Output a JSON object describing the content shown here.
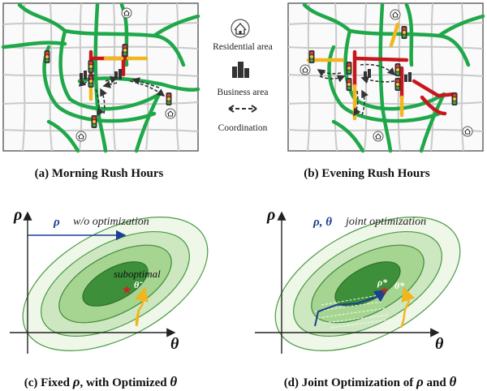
{
  "legend": {
    "residential": "Residential area",
    "business": "Business area",
    "coordination": "Coordination"
  },
  "captions": {
    "a": "(a) Morning Rush Hours",
    "b": "(b) Evening Rush Hours",
    "c_prefix": "(c) Fixed ",
    "c_rho": "ρ",
    "c_mid": ", with Optimized ",
    "c_theta": "θ",
    "d_prefix": "(d) Joint Optimization of ",
    "d_rho": "ρ",
    "d_mid": " and ",
    "d_theta": "θ"
  },
  "plot_c": {
    "y_axis": "ρ",
    "x_axis": "θ",
    "arrow_label": "ρ",
    "arrow_text": "w/o optimization",
    "annotation": "suboptimal",
    "point_label": "θ̃"
  },
  "plot_d": {
    "y_axis": "ρ",
    "x_axis": "θ",
    "arrow_label": "ρ, θ",
    "arrow_text": "joint optimization",
    "point_rho": "ρ*",
    "point_theta": "θ*"
  },
  "colors": {
    "road_free": "#1fa84a",
    "road_congested": "#c8161d",
    "road_slow": "#f2b51f",
    "contour_dark": "#3d8f3a",
    "arrow_blue": "#1c3f8f"
  }
}
